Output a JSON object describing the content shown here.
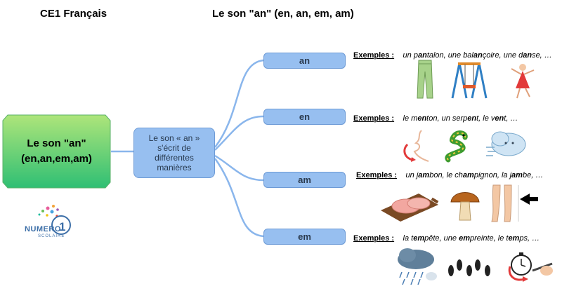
{
  "header": {
    "left_title": "CE1 Français",
    "center_title": "Le son \"an\" (en, an, em, am)"
  },
  "main_node": {
    "label": "Le son \"an\"\n(en,an,em,am)"
  },
  "center_node": {
    "label": "Le son « an »\ns'écrit de\ndifférentes\nmanières"
  },
  "logo": {
    "text_main": "NUMERO",
    "text_digit": "1",
    "text_sub": "SCOLAIRE"
  },
  "branches": [
    {
      "label": "an",
      "examples_label": "Exemples :",
      "examples": [
        {
          "pre": "un p",
          "bold": "an",
          "post": "talon, "
        },
        {
          "pre": "une bal",
          "bold": "an",
          "post": "çoire, "
        },
        {
          "pre": "une d",
          "bold": "an",
          "post": "se, …"
        }
      ],
      "icons": [
        "trousers-icon",
        "swing-icon",
        "dancer-icon"
      ]
    },
    {
      "label": "en",
      "examples_label": "Exemples :",
      "examples": [
        {
          "pre": "le m",
          "bold": "en",
          "post": "ton, "
        },
        {
          "pre": "un serp",
          "bold": "en",
          "post": "t, "
        },
        {
          "pre": "le v",
          "bold": "en",
          "post": "t, …"
        }
      ],
      "icons": [
        "chin-icon",
        "snake-icon",
        "wind-cloud-icon"
      ]
    },
    {
      "label": "am",
      "examples_label": "Exemples :",
      "examples": [
        {
          "pre": "un j",
          "bold": "am",
          "post": "bon, "
        },
        {
          "pre": "le ch",
          "bold": "am",
          "post": "pignon, "
        },
        {
          "pre": "la j",
          "bold": "am",
          "post": "be, …"
        }
      ],
      "icons": [
        "ham-icon",
        "mushroom-icon",
        "legs-icon"
      ]
    },
    {
      "label": "em",
      "examples_label": "Exemples :",
      "examples": [
        {
          "pre": "la t",
          "bold": "em",
          "post": "pête, "
        },
        {
          "pre": "une ",
          "bold": "em",
          "post": "preinte, "
        },
        {
          "pre": "le t",
          "bold": "em",
          "post": "ps, …"
        }
      ],
      "icons": [
        "storm-cloud-icon",
        "footprints-icon",
        "stopwatch-icon"
      ]
    }
  ],
  "colors": {
    "branch_fill": "#97bff0",
    "connector": "#8ab6ec",
    "main_gradient_top": "#aee57a",
    "main_gradient_bottom": "#2fbf74"
  }
}
